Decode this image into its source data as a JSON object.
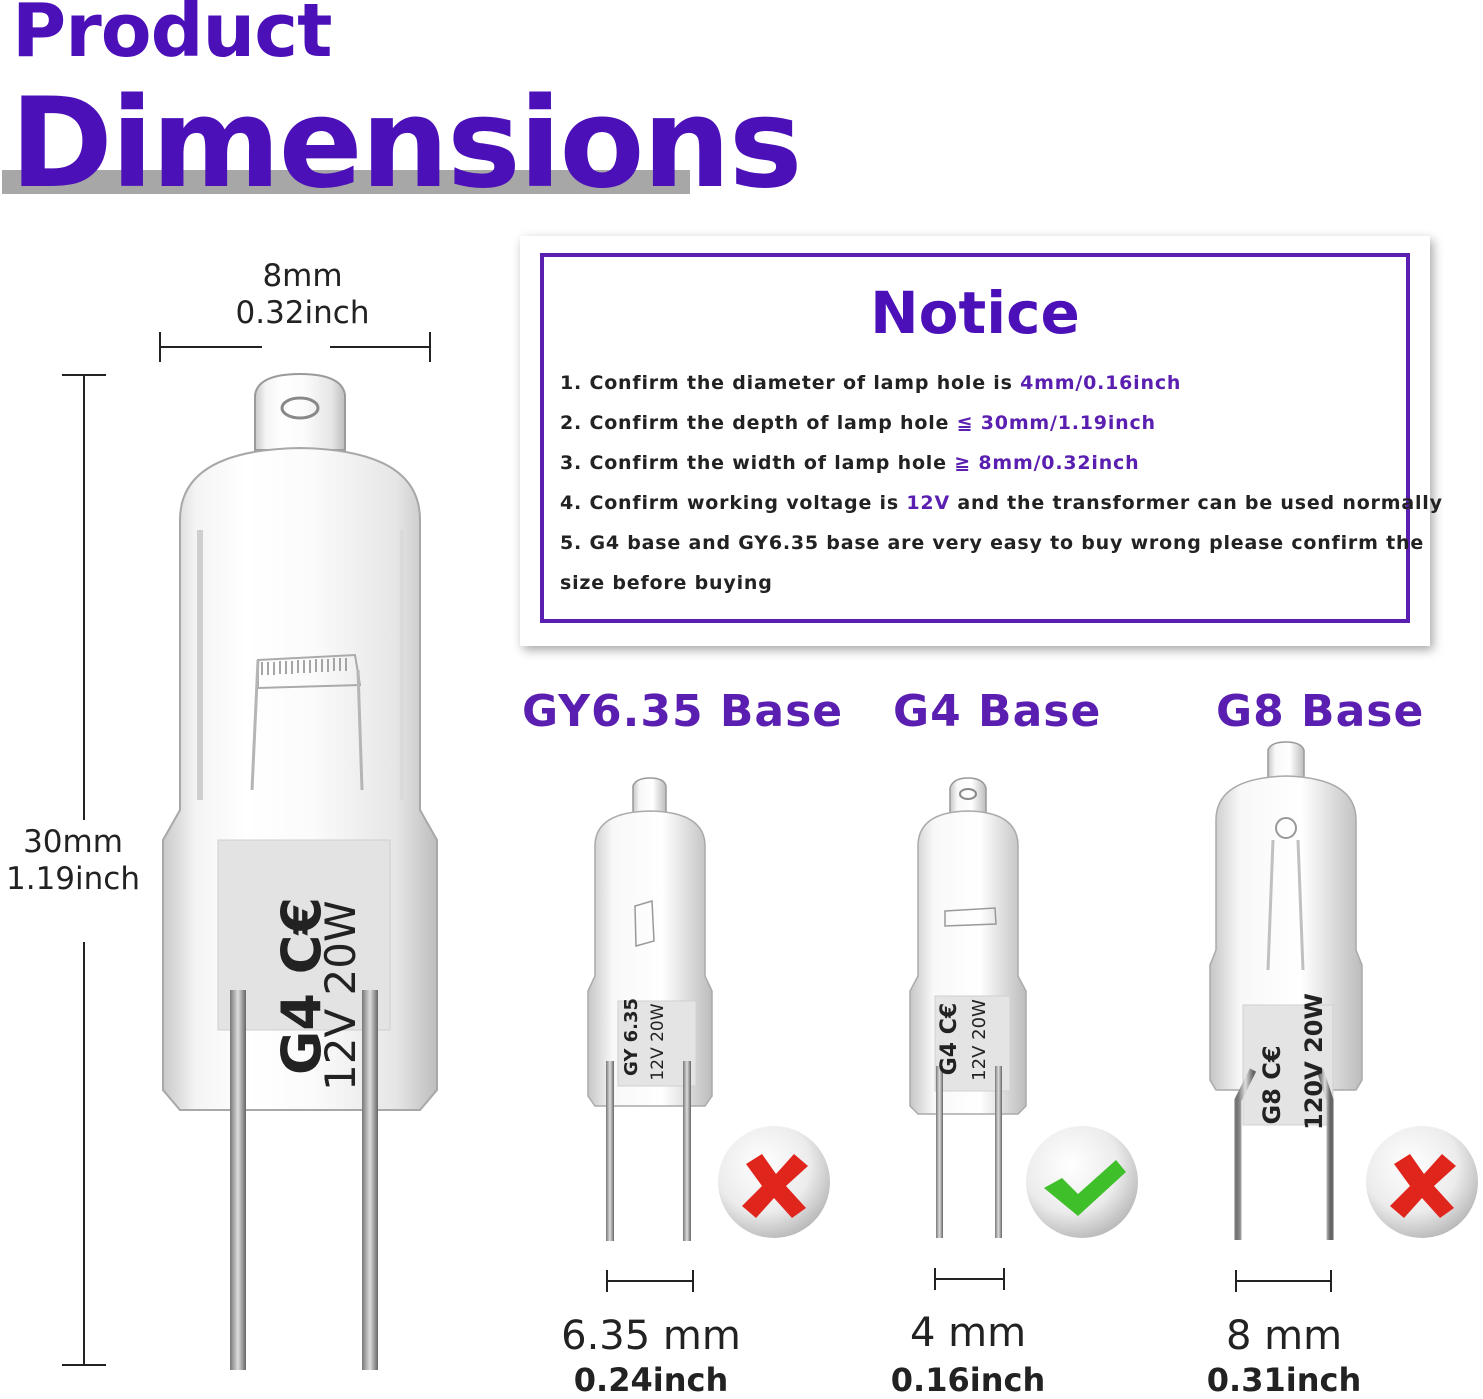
{
  "title": {
    "line1": "Product",
    "line2": "Dimensions"
  },
  "main_bulb": {
    "width_mm": "8mm",
    "width_inch": "0.32inch",
    "height_mm": "30mm",
    "height_inch": "1.19inch",
    "label_base": "G4 C€",
    "label_spec": "12V 20W"
  },
  "notice": {
    "title": "Notice",
    "items": [
      {
        "prefix": "1. Confirm the diameter of lamp hole is ",
        "highlight": "4mm/0.16inch",
        "suffix": ""
      },
      {
        "prefix": "2. Confirm the depth of lamp hole ",
        "highlight": "≦ 30mm/1.19inch",
        "suffix": ""
      },
      {
        "prefix": "3. Confirm the width of lamp hole ",
        "highlight": "≧ 8mm/0.32inch",
        "suffix": ""
      },
      {
        "prefix": "4. Confirm working voltage is ",
        "highlight": "12V",
        "suffix": " and the transformer can be used normally"
      },
      {
        "prefix": "5. G4 base and GY6.35 base are very easy to buy wrong please confirm the",
        "highlight": "",
        "suffix": ""
      },
      {
        "prefix": "size before buying",
        "highlight": "",
        "suffix": ""
      }
    ]
  },
  "bases": [
    {
      "name": "GY6.35 Base",
      "label_base": "GY 6.35",
      "label_spec": "12V 20W",
      "spacing_mm": "6.35 mm",
      "spacing_inch": "0.24inch",
      "status": "wrong"
    },
    {
      "name": "G4 Base",
      "label_base": "G4 C€",
      "label_spec": "12V 20W",
      "spacing_mm": "4 mm",
      "spacing_inch": "0.16inch",
      "status": "correct"
    },
    {
      "name": "G8 Base",
      "label_base": "G8 C€",
      "label_spec": "120V 20W",
      "spacing_mm": "8 mm",
      "spacing_inch": "0.31inch",
      "status": "wrong"
    }
  ],
  "colors": {
    "accent": "#4b10b8",
    "frame": "#5a1fb0",
    "correct": "#3fbf2a",
    "wrong": "#e0261c"
  }
}
